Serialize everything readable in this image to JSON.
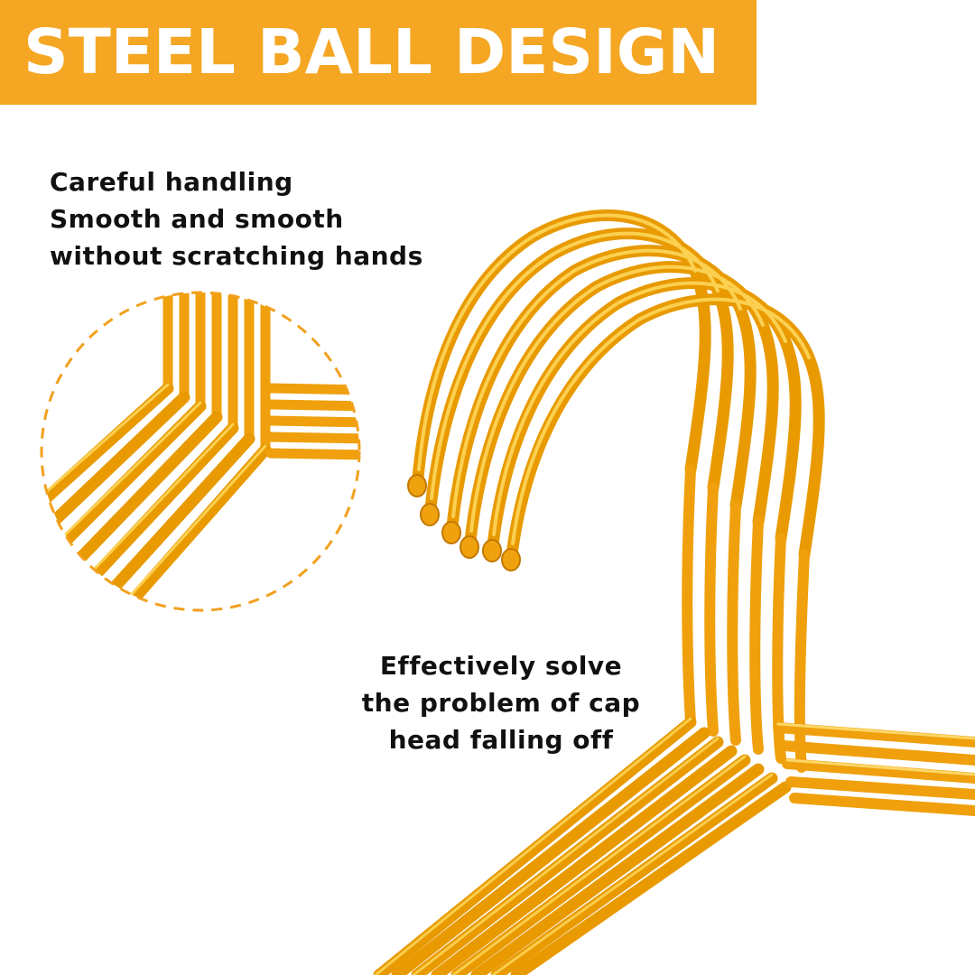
{
  "banner": {
    "title": "STEEL BALL DESIGN",
    "color": "#F5A623"
  },
  "captions": {
    "handling": [
      "Careful handling",
      "Smooth and smooth",
      "without scratching hands"
    ],
    "cap": [
      "Effectively solve",
      "the problem of cap",
      "head falling off"
    ]
  },
  "product": {
    "name": "gold wire hangers",
    "wire_color": "#F2A712",
    "dashed_circle_color": "#F2A01E"
  }
}
